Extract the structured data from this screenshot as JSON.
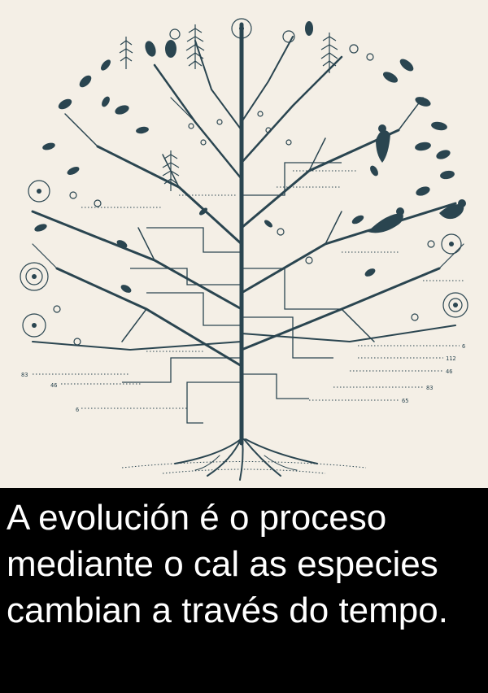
{
  "caption": {
    "text": "A evolución é o proceso mediante o cal as especies cambian a través do tempo."
  },
  "illustration": {
    "labels_left": [
      "83",
      "46",
      "6"
    ],
    "labels_right": [
      "6",
      "112",
      "46",
      "83",
      "65"
    ]
  },
  "colors": {
    "ink": "#2a4550",
    "paper": "#f4efe6",
    "caption_bg": "#000000",
    "caption_text": "#ffffff"
  }
}
